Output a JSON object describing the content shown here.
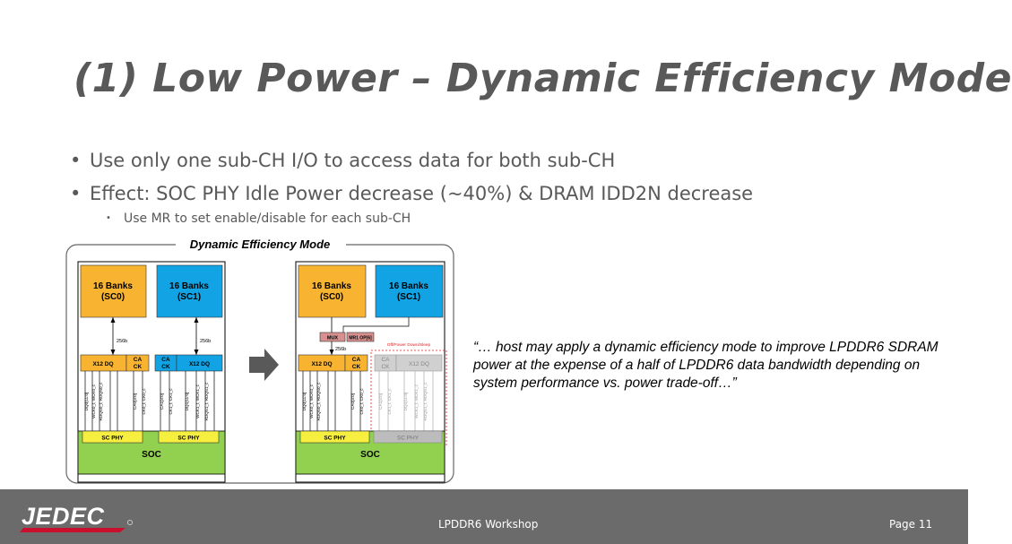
{
  "slide": {
    "title": "(1) Low Power – Dynamic Efficiency Mode",
    "bullets": [
      "Use only one sub-CH I/O to access data for both sub-CH",
      "Effect: SOC PHY Idle Power decrease (~40%) & DRAM IDD2N decrease"
    ],
    "sub_bullet": "Use MR to set enable/disable for each sub-CH",
    "quote": "“… host may apply a dynamic efficiency mode to improve LPDDR6 SDRAM power at the expense of a half of LPDDR6 data bandwidth depending on system performance vs. power trade-off…”"
  },
  "diagram": {
    "title": "Dynamic Efficiency Mode",
    "bank_sc0": "16 Banks",
    "bank_sc0_sub": "(SC0)",
    "bank_sc1": "16 Banks",
    "bank_sc1_sub": "(SC1)",
    "width_label": "256b",
    "dq_label": "X12 DQ",
    "ca_label": "CA",
    "ck_label": "CK",
    "phy_label": "SC PHY",
    "soc_label": "SOC",
    "mux_label": "MUX",
    "mr_label": "MR1 OP[6]",
    "off_label": "Off/Power Down/Sleep",
    "sig_dq0": "DQ0[11:0]",
    "sig_wck0": "WCK0_t, WCK0_c",
    "sig_rdqs0": "RDQS0_t, RDQS0_c",
    "sig_ca0": "CA0[3:0]",
    "sig_ck0": "CK0_t, CK0_c",
    "sig_ca1": "CA1[3:0]",
    "sig_ck1": "CK1_t, CK1_c",
    "sig_dq1": "DQ1[11:0]",
    "sig_wck1": "WCK1_t, WCK1_c",
    "sig_rdqs1": "RDQS1_t, RDQS1_c"
  },
  "footer": {
    "logo": "JEDEC",
    "center_text": "LPDDR6 Workshop",
    "page": "Page 11"
  },
  "colors": {
    "title_gray": "#595959",
    "bank_orange": "#f8b431",
    "bank_blue": "#11a3e4",
    "phy_yellow": "#f7ef3f",
    "soc_green": "#92d050",
    "footer_gray": "#6b6b6b",
    "off_red": "#e02020"
  }
}
